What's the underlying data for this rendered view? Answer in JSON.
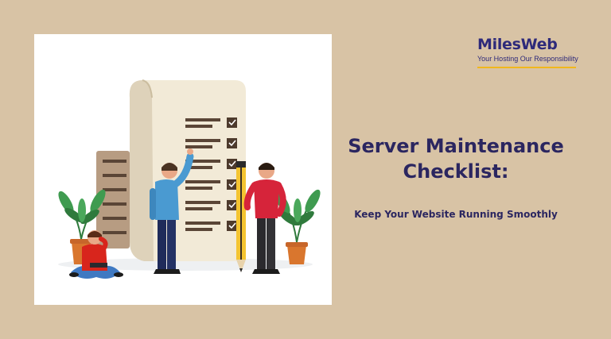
{
  "brand": {
    "name": "MilesWeb",
    "tagline": "Your Hosting Our Responsibility",
    "colors": {
      "primary": "#2e2a7a",
      "accent": "#f1b71c"
    }
  },
  "headline": {
    "line1": "Server Maintenance",
    "line2": "Checklist:"
  },
  "subheadline": "Keep Your Website Running Smoothly",
  "illustration": {
    "subject": "maintenance-checklist-scroll",
    "checklist_checked_items": 6
  },
  "colors": {
    "background": "#d8c3a5",
    "heading": "#2b2660"
  }
}
